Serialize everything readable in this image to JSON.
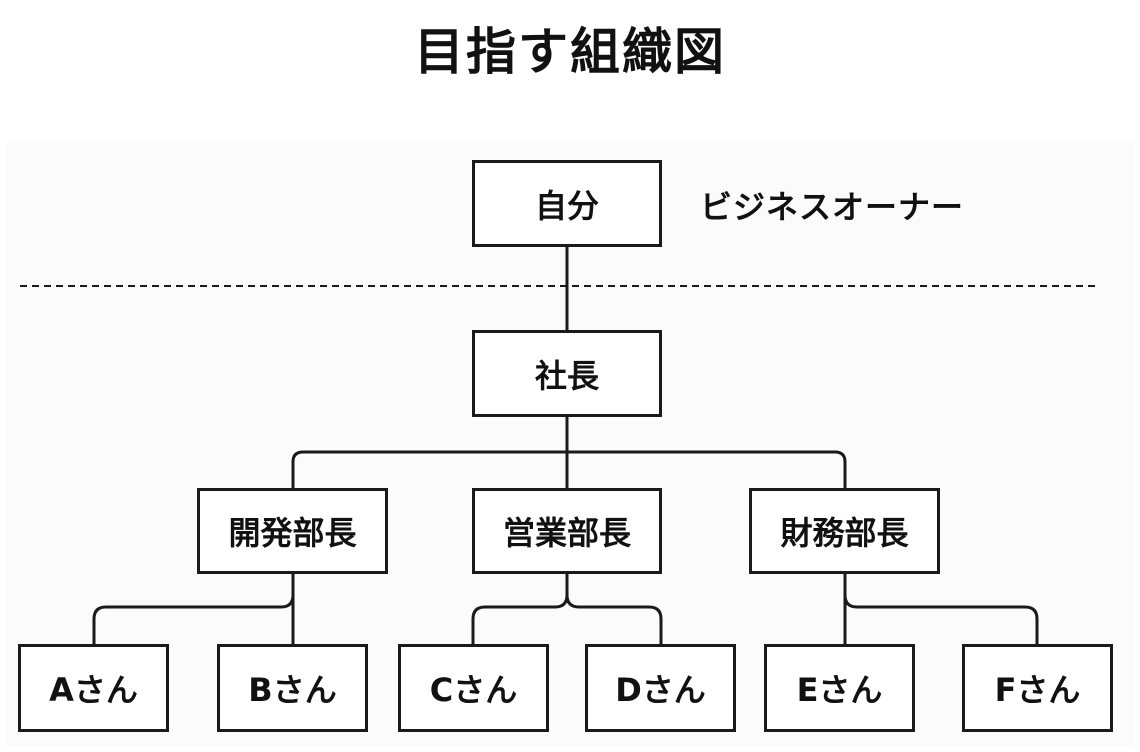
{
  "title": "目指す組織図",
  "owner_label": "ビジネスオーナー",
  "org": {
    "owner": "自分",
    "president": "社長",
    "departments": [
      {
        "name": "開発部長",
        "members": [
          "Aさん",
          "Bさん"
        ]
      },
      {
        "name": "営業部長",
        "members": [
          "Cさん",
          "Dさん"
        ]
      },
      {
        "name": "財務部長",
        "members": [
          "Eさん",
          "Fさん"
        ]
      }
    ]
  },
  "colors": {
    "line": "#1a1a1a",
    "box_border": "#1a1a1a",
    "panel": "#fbfbfb"
  }
}
